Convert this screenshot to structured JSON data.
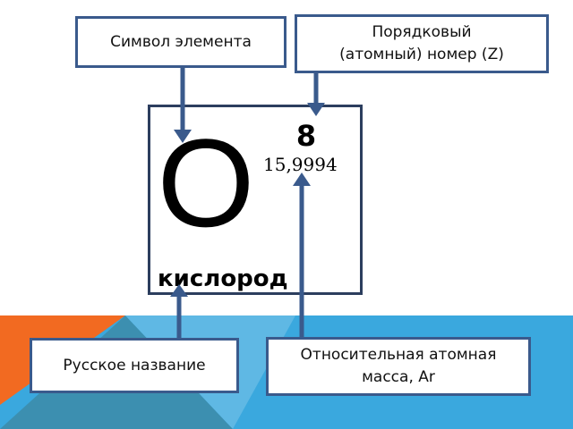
{
  "labels": {
    "symbol": "Символ элемента",
    "atomic_number_line1": "Порядковый",
    "atomic_number_line2": "(атомный) номер (Z)",
    "russian_name": "Русское название",
    "mass_line1": "Относительная атомная",
    "mass_line2": "масса, Ar"
  },
  "element": {
    "symbol": "O",
    "atomic_number": "8",
    "atomic_mass": "15,9994",
    "name": "кислород"
  },
  "colors": {
    "arrow": "#3a5a8c",
    "box_border": "#3a5a8c",
    "card_border": "#2c3e5e",
    "bg_orange": "#f26a21",
    "bg_blue": "#3aa8de",
    "bg_teal": "#3c8fb0"
  }
}
